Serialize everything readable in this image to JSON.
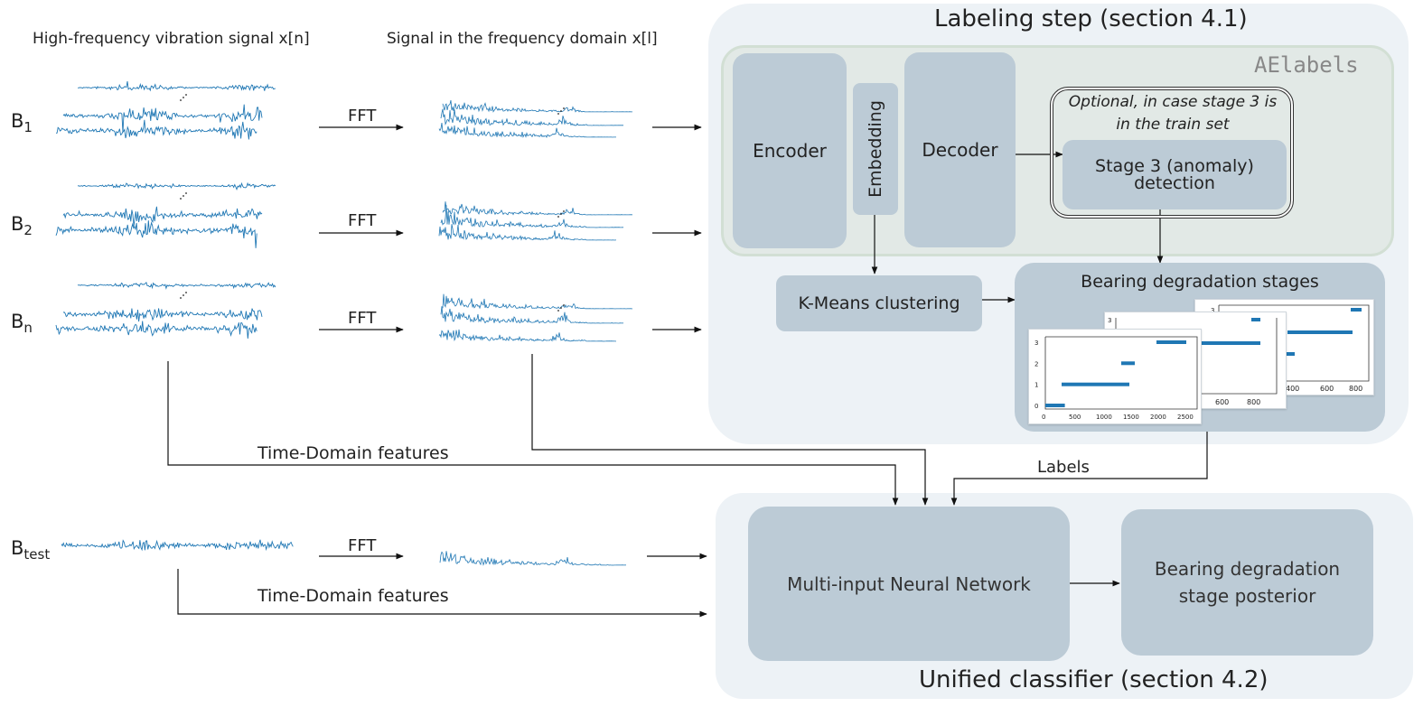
{
  "columns": {
    "time_header": "High-frequency vibration signal x[n]",
    "freq_header": "Signal in the frequency domain x[l]"
  },
  "bearings": [
    {
      "base": "B",
      "sub": "1"
    },
    {
      "base": "B",
      "sub": "2"
    },
    {
      "base": "B",
      "sub": "n"
    }
  ],
  "test_bearing": {
    "base": "B",
    "sub": "test"
  },
  "fft_label": "FFT",
  "labeling": {
    "title": "Labeling step (section 4.1)",
    "ae_name": "AElabels",
    "encoder": "Encoder",
    "embedding": "Embedding",
    "decoder": "Decoder",
    "optional_note": "Optional, in case stage 3 is in the train set",
    "stage3": "Stage 3 (anomaly) detection",
    "kmeans": "K-Means clustering",
    "stages_title": "Bearing degradation stages"
  },
  "stage_plot": {
    "type": "scatter",
    "x_ticks": [
      "0",
      "500",
      "1000",
      "1500",
      "2000",
      "2500"
    ],
    "y_ticks": [
      "0",
      "1",
      "2",
      "3"
    ],
    "segments": [
      {
        "stage": 0,
        "x_start": 0,
        "x_end": 360
      },
      {
        "stage": 1,
        "x_start": 300,
        "x_end": 1550
      },
      {
        "stage": 2,
        "x_start": 1400,
        "x_end": 1650
      },
      {
        "stage": 3,
        "x_start": 2050,
        "x_end": 2600
      }
    ],
    "back_plot_mid_ticks": [
      "600",
      "800"
    ],
    "back_plot_rear_ticks": [
      "400",
      "600",
      "800"
    ],
    "rear_y_tick": "3"
  },
  "edges": {
    "time_features": "Time-Domain features",
    "labels": "Labels"
  },
  "classifier": {
    "title": "Unified classifier (section 4.2)",
    "network": "Multi-input Neural Network",
    "posterior": "Bearing degradation stage posterior"
  },
  "colors": {
    "signal": "#1f77b4",
    "panel": "#edf2f6",
    "block": "#bccbd6"
  }
}
